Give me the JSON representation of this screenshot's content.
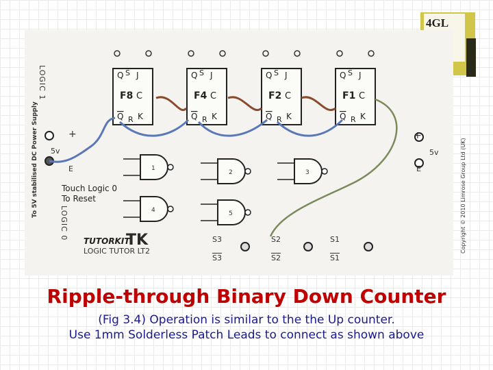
{
  "logo": {
    "text": "4GL"
  },
  "board": {
    "left_label_top": "LOGIC 1",
    "left_label_bottom": "LOGIC 0",
    "power_supply": "To 5V stabilised DC Power Supply",
    "plus": "+",
    "volts": "5v",
    "e": "E",
    "copyright": "Copyright © 2010 Limrose Group Ltd (UK)",
    "brand": "TUTORKIT",
    "product": "LOGIC TUTOR LT2",
    "note_line1": "Touch Logic 0",
    "note_line2": "To Reset",
    "flipflops": [
      {
        "name": "F8",
        "q": "Q",
        "s": "S",
        "j": "J",
        "c": "C",
        "qbar": "Q",
        "r": "R",
        "k": "K"
      },
      {
        "name": "F4",
        "q": "Q",
        "s": "S",
        "j": "J",
        "c": "C",
        "qbar": "Q",
        "r": "R",
        "k": "K"
      },
      {
        "name": "F2",
        "q": "Q",
        "s": "S",
        "j": "J",
        "c": "C",
        "qbar": "Q",
        "r": "R",
        "k": "K"
      },
      {
        "name": "F1",
        "q": "Q",
        "s": "S",
        "j": "J",
        "c": "C",
        "qbar": "Q",
        "r": "R",
        "k": "K"
      }
    ],
    "gates": [
      "1",
      "2",
      "3",
      "4",
      "5"
    ],
    "switches": [
      "S3",
      "S2",
      "S1"
    ],
    "switches_bar": [
      "S3",
      "S2",
      "S1"
    ]
  },
  "caption": {
    "title": "Ripple-through Binary Down Counter",
    "line1": "(Fig 3.4) Operation is similar to the the Up counter.",
    "line2": "Use 1mm Solderless Patch Leads to connect as shown above"
  }
}
